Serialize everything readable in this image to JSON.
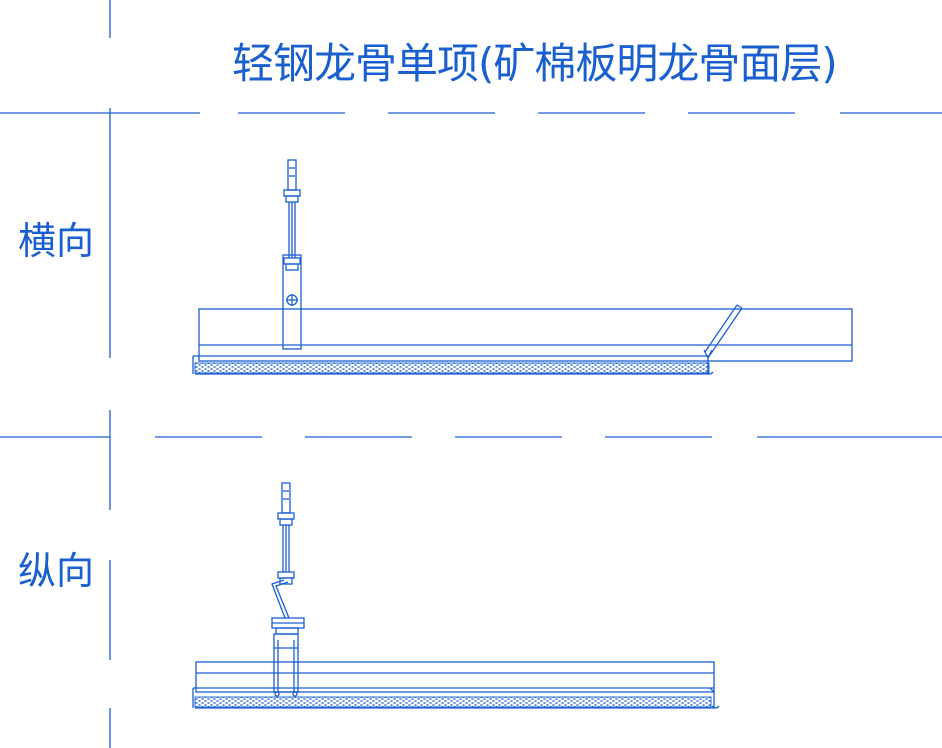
{
  "title": "轻钢龙骨单项(矿棉板明龙骨面层)",
  "labels": {
    "horizontal": "横向",
    "vertical": "纵向"
  },
  "colors": {
    "line": "#1a5fd0",
    "background": "#ffffff"
  }
}
